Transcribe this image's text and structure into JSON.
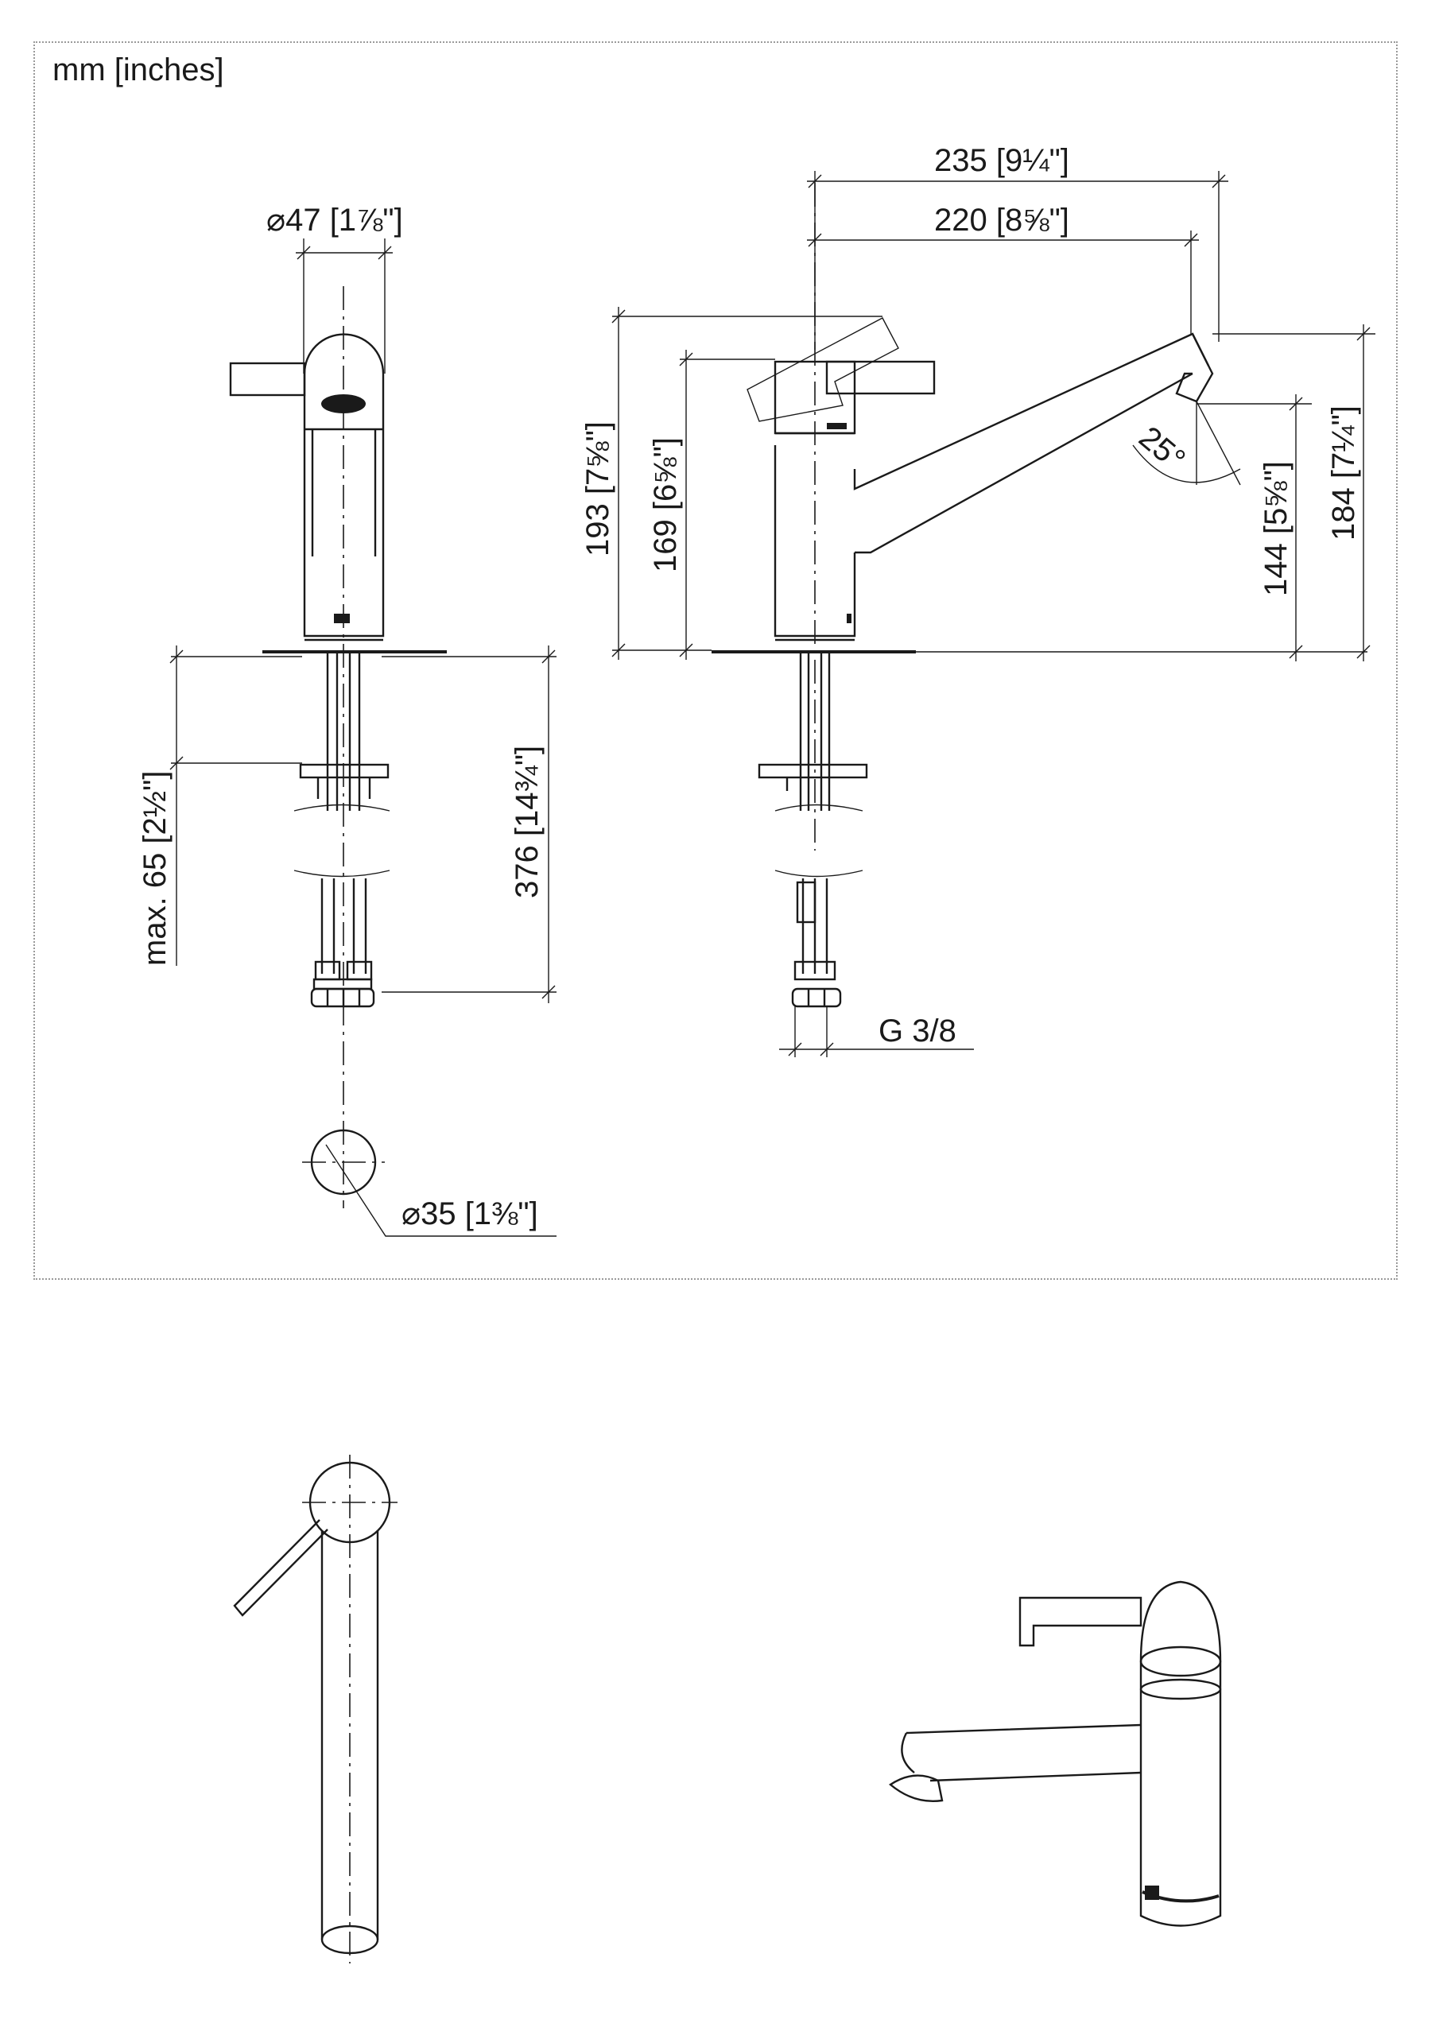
{
  "units_label": "mm [inches]",
  "dimensions": {
    "dia_47": "⌀47 [1⅞\"]",
    "w_235": "235 [9¼\"]",
    "w_220": "220 [8⅝\"]",
    "h_193": "193 [7⅝\"]",
    "h_169": "169 [6⅝\"]",
    "angle_25": "25°",
    "h_144": "144 [5⅝\"]",
    "h_184": "184 [7¼\"]",
    "max_65": "max. 65 [2½\"]",
    "h_376": "376 [14¾\"]",
    "thread": "G 3/8",
    "dia_35": "⌀35 [1⅜\"]"
  }
}
